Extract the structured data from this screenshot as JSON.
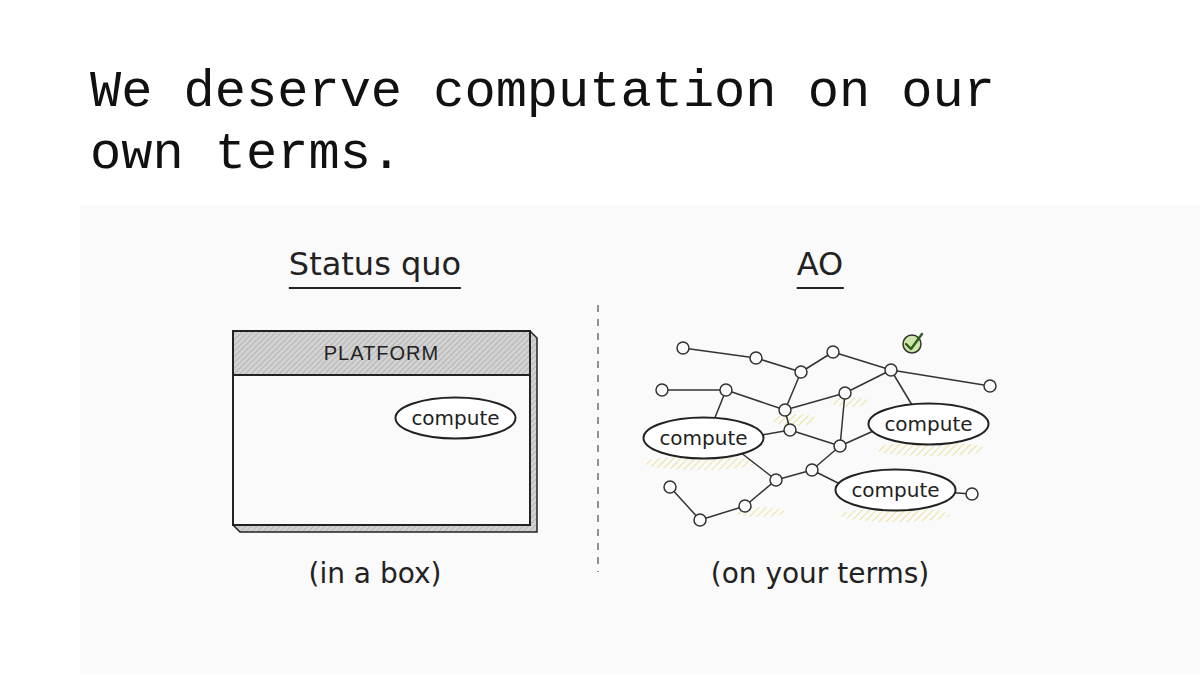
{
  "diagram": {
    "title": "We deserve computation on our own terms.",
    "nodes": [
      {
        "text": [
          "PLATFORM"
        ]
      },
      {
        "text": [
          "compute"
        ],
        "in": 0
      },
      {
        "text": [
          "compute"
        ]
      },
      {
        "text": [
          "compute"
        ]
      },
      {
        "text": [
          "compute"
        ]
      }
    ],
    "labels": [
      "Status quo",
      "AO",
      "(in a box)",
      "(on your terms)"
    ]
  }
}
